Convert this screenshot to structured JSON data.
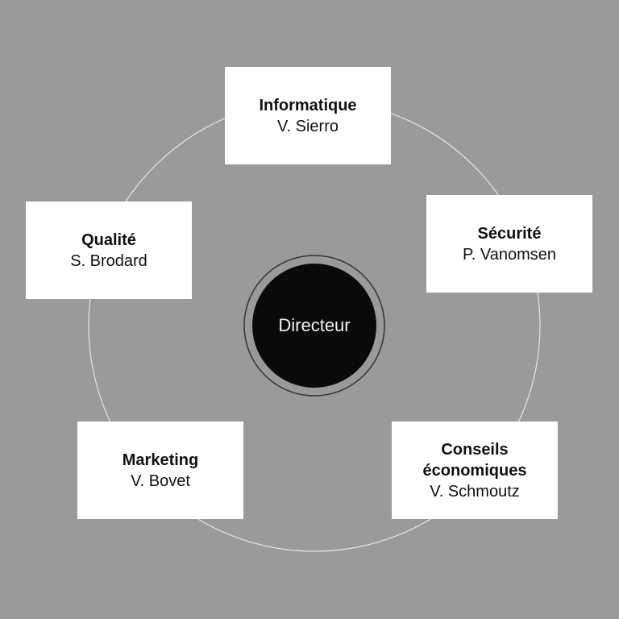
{
  "center": {
    "label": "Directeur"
  },
  "departments": [
    {
      "title": "Informatique",
      "name": "V. Sierro"
    },
    {
      "title": "Sécurité",
      "name": "P. Vanomsen"
    },
    {
      "title": "Conseils économiques",
      "name": "V. Schmoutz"
    },
    {
      "title": "Marketing",
      "name": "V. Bovet"
    },
    {
      "title": "Qualité",
      "name": "S. Brodard"
    }
  ],
  "colors": {
    "background": "#9a9a9a",
    "center": "#0a0a0a",
    "box": "#ffffff"
  }
}
